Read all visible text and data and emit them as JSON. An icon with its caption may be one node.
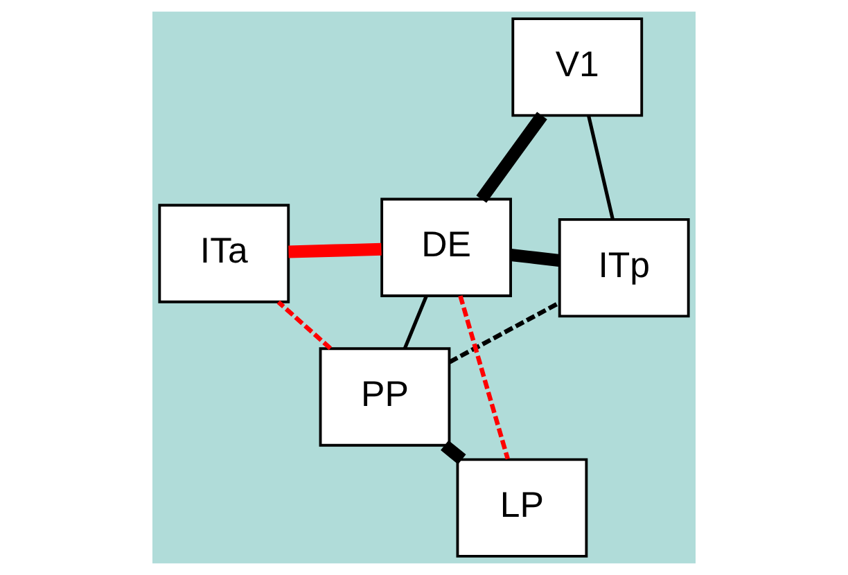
{
  "diagram": {
    "nodes": [
      {
        "text": [
          "PP"
        ]
      },
      {
        "text": [
          "DE"
        ]
      },
      {
        "text": [
          "LP"
        ]
      },
      {
        "text": [
          "V1"
        ]
      },
      {
        "text": [
          "ITp"
        ]
      },
      {
        "text": [
          "ITa"
        ]
      }
    ],
    "edges": [
      {
        "from": 1,
        "to": 0,
        "arrow": "none"
      },
      {
        "from": 0,
        "to": 2,
        "arrow": "none",
        "style": "thick"
      },
      {
        "from": 1,
        "to": 2,
        "arrow": "none",
        "style": "dashed",
        "color": "#ff0000"
      },
      {
        "from": 1,
        "to": 3,
        "arrow": "none",
        "style": "thick"
      },
      {
        "from": 1,
        "to": 4,
        "arrow": "none",
        "style": "thick"
      },
      {
        "from": 1,
        "to": 5,
        "arrow": "none",
        "style": "thick",
        "color": "#ff0000"
      },
      {
        "from": 3,
        "to": 4,
        "arrow": "none"
      },
      {
        "from": 0,
        "to": 4,
        "arrow": "none",
        "style": "dashed"
      },
      {
        "from": 0,
        "to": 5,
        "arrow": "none",
        "style": "dashed",
        "color": "#ff0000"
      }
    ]
  }
}
